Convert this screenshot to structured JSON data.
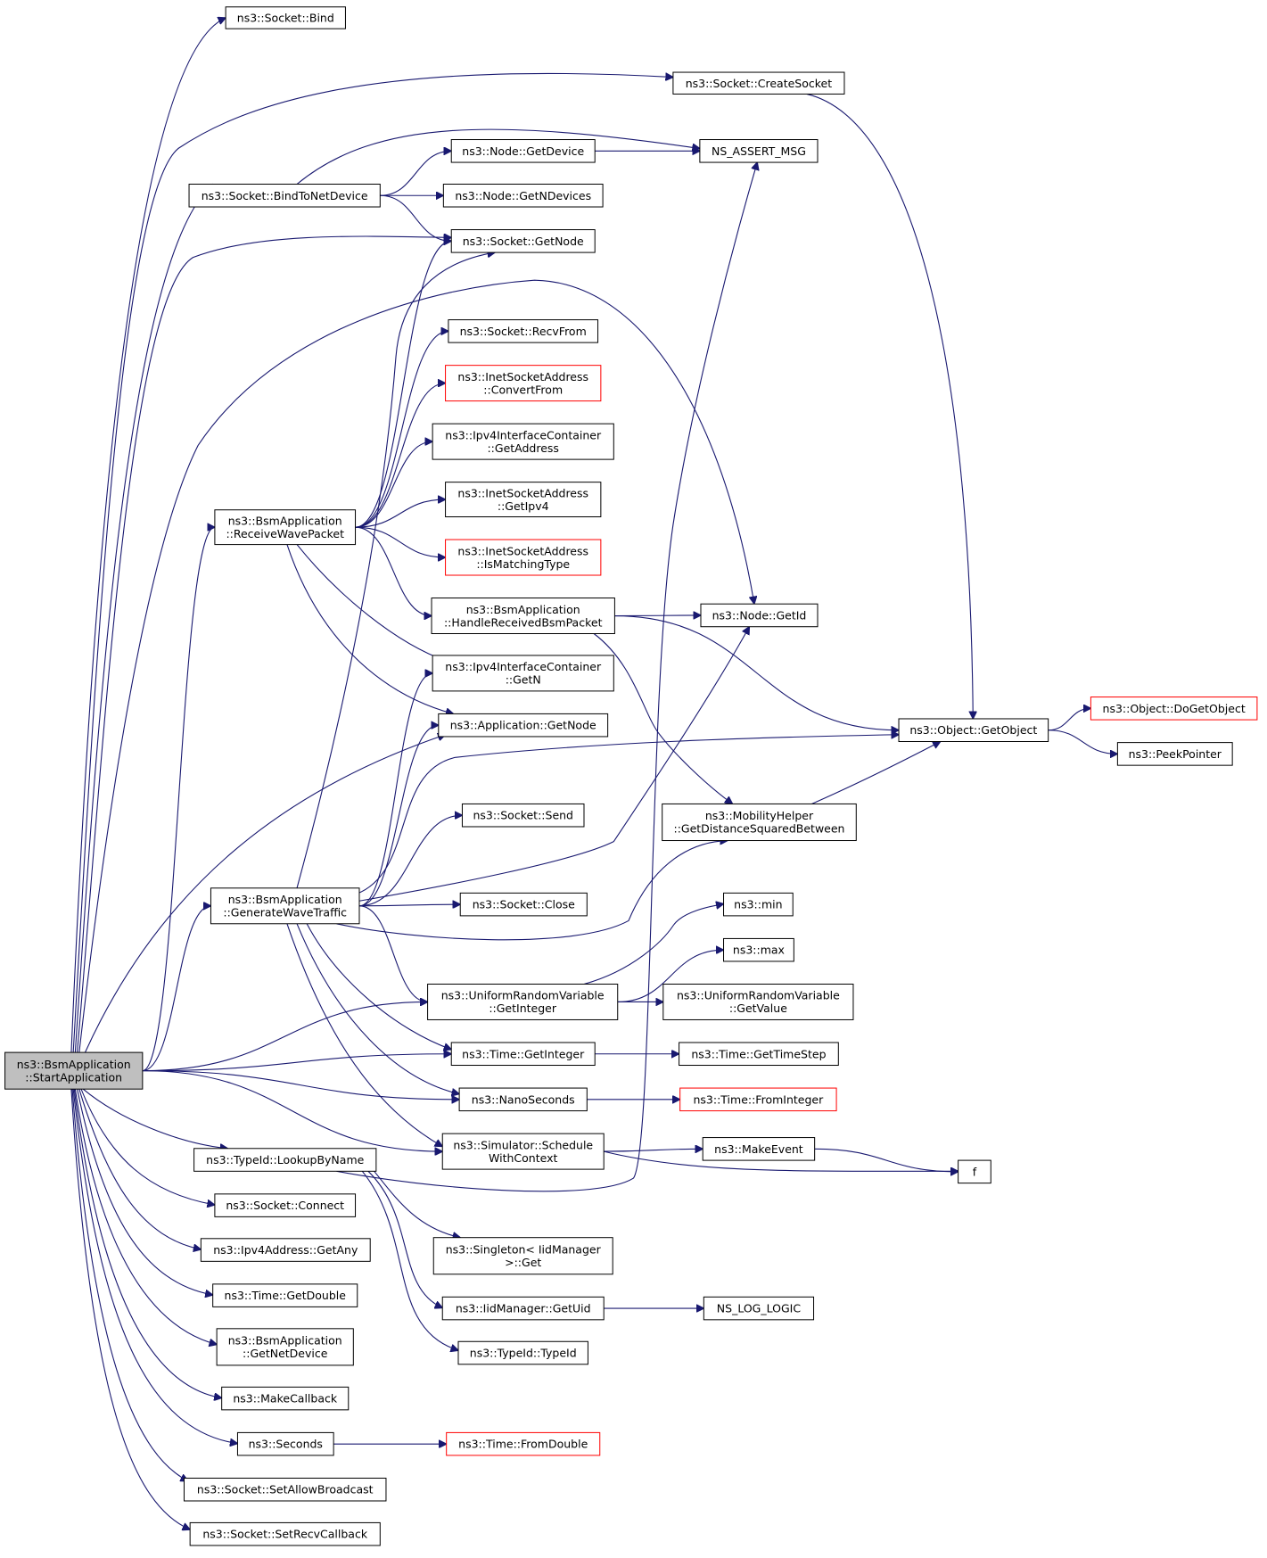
{
  "graph": {
    "type": "doxygen-call-graph",
    "edge_color": "#191970",
    "node_border_color": "#000000",
    "incomplete_node_border_color": "#ff0000",
    "root_fill_color": "#bfbfbf",
    "nodes": [
      {
        "id": "start",
        "lines": [
          "ns3::BsmApplication",
          "::StartApplication"
        ],
        "root": true
      },
      {
        "id": "bind",
        "lines": [
          "ns3::Socket::Bind"
        ]
      },
      {
        "id": "createsocket",
        "lines": [
          "ns3::Socket::CreateSocket"
        ]
      },
      {
        "id": "nsassert",
        "lines": [
          "NS_ASSERT_MSG"
        ]
      },
      {
        "id": "getdevice",
        "lines": [
          "ns3::Node::GetDevice"
        ]
      },
      {
        "id": "bindtonetdevice",
        "lines": [
          "ns3::Socket::BindToNetDevice"
        ]
      },
      {
        "id": "getndevices",
        "lines": [
          "ns3::Node::GetNDevices"
        ]
      },
      {
        "id": "socketgetnode",
        "lines": [
          "ns3::Socket::GetNode"
        ]
      },
      {
        "id": "recvfrom",
        "lines": [
          "ns3::Socket::RecvFrom"
        ]
      },
      {
        "id": "convertfrom",
        "lines": [
          "ns3::InetSocketAddress",
          "::ConvertFrom"
        ],
        "incomplete": true
      },
      {
        "id": "getaddress",
        "lines": [
          "ns3::Ipv4InterfaceContainer",
          "::GetAddress"
        ]
      },
      {
        "id": "getipv4",
        "lines": [
          "ns3::InetSocketAddress",
          "::GetIpv4"
        ]
      },
      {
        "id": "receivewave",
        "lines": [
          "ns3::BsmApplication",
          "::ReceiveWavePacket"
        ]
      },
      {
        "id": "ismatching",
        "lines": [
          "ns3::InetSocketAddress",
          "::IsMatchingType"
        ],
        "incomplete": true
      },
      {
        "id": "handlebsm",
        "lines": [
          "ns3::BsmApplication",
          "::HandleReceivedBsmPacket"
        ]
      },
      {
        "id": "nodegetid",
        "lines": [
          "ns3::Node::GetId"
        ]
      },
      {
        "id": "getn",
        "lines": [
          "ns3::Ipv4InterfaceContainer",
          "::GetN"
        ]
      },
      {
        "id": "appgetnode",
        "lines": [
          "ns3::Application::GetNode"
        ]
      },
      {
        "id": "dogetobject",
        "lines": [
          "ns3::Object::DoGetObject"
        ],
        "incomplete": true
      },
      {
        "id": "getobject",
        "lines": [
          "ns3::Object::GetObject"
        ]
      },
      {
        "id": "peekpointer",
        "lines": [
          "ns3::PeekPointer"
        ]
      },
      {
        "id": "send",
        "lines": [
          "ns3::Socket::Send"
        ]
      },
      {
        "id": "mobility",
        "lines": [
          "ns3::MobilityHelper",
          "::GetDistanceSquaredBetween"
        ]
      },
      {
        "id": "generatewave",
        "lines": [
          "ns3::BsmApplication",
          "::GenerateWaveTraffic"
        ]
      },
      {
        "id": "close",
        "lines": [
          "ns3::Socket::Close"
        ]
      },
      {
        "id": "min",
        "lines": [
          "ns3::min"
        ]
      },
      {
        "id": "max",
        "lines": [
          "ns3::max"
        ]
      },
      {
        "id": "urvgetinteger",
        "lines": [
          "ns3::UniformRandomVariable",
          "::GetInteger"
        ]
      },
      {
        "id": "urvgetvalue",
        "lines": [
          "ns3::UniformRandomVariable",
          "::GetValue"
        ]
      },
      {
        "id": "timegetinteger",
        "lines": [
          "ns3::Time::GetInteger"
        ]
      },
      {
        "id": "gettimestep",
        "lines": [
          "ns3::Time::GetTimeStep"
        ]
      },
      {
        "id": "nanoseconds",
        "lines": [
          "ns3::NanoSeconds"
        ]
      },
      {
        "id": "frominteger",
        "lines": [
          "ns3::Time::FromInteger"
        ],
        "incomplete": true
      },
      {
        "id": "schedule",
        "lines": [
          "ns3::Simulator::Schedule",
          "WithContext"
        ]
      },
      {
        "id": "makeevent",
        "lines": [
          "ns3::MakeEvent"
        ]
      },
      {
        "id": "lookupbyname",
        "lines": [
          "ns3::TypeId::LookupByName"
        ]
      },
      {
        "id": "f",
        "lines": [
          "f"
        ]
      },
      {
        "id": "connect",
        "lines": [
          "ns3::Socket::Connect"
        ]
      },
      {
        "id": "singleton",
        "lines": [
          "ns3::Singleton< IidManager",
          " >::Get"
        ]
      },
      {
        "id": "getany",
        "lines": [
          "ns3::Ipv4Address::GetAny"
        ]
      },
      {
        "id": "getdouble",
        "lines": [
          "ns3::Time::GetDouble"
        ]
      },
      {
        "id": "getuid",
        "lines": [
          "ns3::IidManager::GetUid"
        ]
      },
      {
        "id": "nsloglogic",
        "lines": [
          "NS_LOG_LOGIC"
        ]
      },
      {
        "id": "getnetdevice",
        "lines": [
          "ns3::BsmApplication",
          "::GetNetDevice"
        ]
      },
      {
        "id": "typeid",
        "lines": [
          "ns3::TypeId::TypeId"
        ]
      },
      {
        "id": "makecallback",
        "lines": [
          "ns3::MakeCallback"
        ]
      },
      {
        "id": "seconds",
        "lines": [
          "ns3::Seconds"
        ]
      },
      {
        "id": "fromdouble",
        "lines": [
          "ns3::Time::FromDouble"
        ],
        "incomplete": true
      },
      {
        "id": "setallowbroadcast",
        "lines": [
          "ns3::Socket::SetAllowBroadcast"
        ]
      },
      {
        "id": "setrecvcallback",
        "lines": [
          "ns3::Socket::SetRecvCallback"
        ]
      }
    ],
    "edges": [
      [
        "start",
        "bind"
      ],
      [
        "start",
        "createsocket"
      ],
      [
        "start",
        "bindtonetdevice"
      ],
      [
        "start",
        "socketgetnode"
      ],
      [
        "start",
        "nodegetid"
      ],
      [
        "start",
        "receivewave"
      ],
      [
        "start",
        "appgetnode"
      ],
      [
        "start",
        "generatewave"
      ],
      [
        "start",
        "urvgetinteger"
      ],
      [
        "start",
        "timegetinteger"
      ],
      [
        "start",
        "nanoseconds"
      ],
      [
        "start",
        "schedule"
      ],
      [
        "start",
        "lookupbyname"
      ],
      [
        "start",
        "connect"
      ],
      [
        "start",
        "getany"
      ],
      [
        "start",
        "getdouble"
      ],
      [
        "start",
        "getnetdevice"
      ],
      [
        "start",
        "makecallback"
      ],
      [
        "start",
        "seconds"
      ],
      [
        "start",
        "setallowbroadcast"
      ],
      [
        "start",
        "setrecvcallback"
      ],
      [
        "createsocket",
        "getobject"
      ],
      [
        "getdevice",
        "nsassert"
      ],
      [
        "bindtonetdevice",
        "nsassert"
      ],
      [
        "bindtonetdevice",
        "getdevice"
      ],
      [
        "bindtonetdevice",
        "getndevices"
      ],
      [
        "bindtonetdevice",
        "socketgetnode"
      ],
      [
        "receivewave",
        "socketgetnode"
      ],
      [
        "receivewave",
        "recvfrom"
      ],
      [
        "receivewave",
        "convertfrom"
      ],
      [
        "receivewave",
        "getaddress"
      ],
      [
        "receivewave",
        "getipv4"
      ],
      [
        "receivewave",
        "ismatching"
      ],
      [
        "receivewave",
        "handlebsm"
      ],
      [
        "receivewave",
        "getn"
      ],
      [
        "receivewave",
        "appgetnode"
      ],
      [
        "handlebsm",
        "nodegetid"
      ],
      [
        "handlebsm",
        "getobject"
      ],
      [
        "handlebsm",
        "mobility"
      ],
      [
        "getobject",
        "dogetobject"
      ],
      [
        "getobject",
        "peekpointer"
      ],
      [
        "mobility",
        "getobject"
      ],
      [
        "generatewave",
        "socketgetnode"
      ],
      [
        "generatewave",
        "getn"
      ],
      [
        "generatewave",
        "appgetnode"
      ],
      [
        "generatewave",
        "getobject"
      ],
      [
        "generatewave",
        "send"
      ],
      [
        "generatewave",
        "nodegetid"
      ],
      [
        "generatewave",
        "close"
      ],
      [
        "generatewave",
        "mobility"
      ],
      [
        "generatewave",
        "urvgetinteger"
      ],
      [
        "generatewave",
        "timegetinteger"
      ],
      [
        "generatewave",
        "nanoseconds"
      ],
      [
        "generatewave",
        "schedule"
      ],
      [
        "urvgetinteger",
        "min"
      ],
      [
        "urvgetinteger",
        "max"
      ],
      [
        "urvgetinteger",
        "urvgetvalue"
      ],
      [
        "timegetinteger",
        "gettimestep"
      ],
      [
        "nanoseconds",
        "frominteger"
      ],
      [
        "schedule",
        "makeevent"
      ],
      [
        "schedule",
        "f"
      ],
      [
        "makeevent",
        "f"
      ],
      [
        "lookupbyname",
        "nsassert"
      ],
      [
        "lookupbyname",
        "singleton"
      ],
      [
        "lookupbyname",
        "getuid"
      ],
      [
        "lookupbyname",
        "typeid"
      ],
      [
        "getuid",
        "nsloglogic"
      ],
      [
        "seconds",
        "fromdouble"
      ]
    ]
  }
}
